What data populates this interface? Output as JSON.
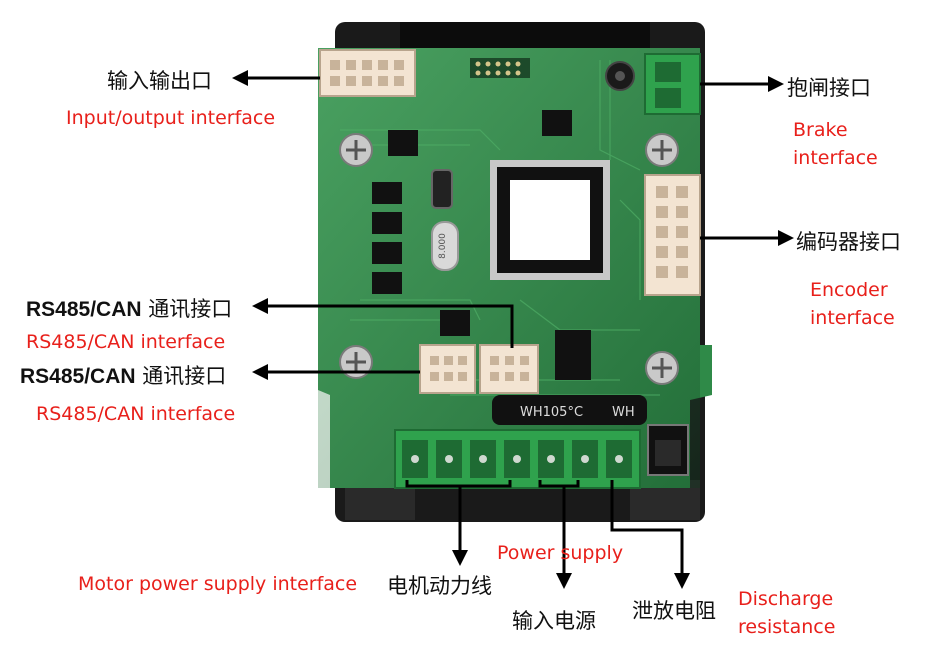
{
  "labels": {
    "io_cn": "输入输出口",
    "io_en": "Input/output interface",
    "brake_cn": "抱闸接口",
    "brake_en_1": "Brake",
    "brake_en_2": "interface",
    "encoder_cn": "编码器接口",
    "encoder_en_1": "Encoder",
    "encoder_en_2": "interface",
    "rs485_1_prefix": "RS485/CAN",
    "rs485_1_cn": " 通讯接口",
    "rs485_1_en": "RS485/CAN interface",
    "rs485_2_prefix": "RS485/CAN",
    "rs485_2_cn": " 通讯接口",
    "rs485_2_en": "RS485/CAN interface",
    "motor_cn": "电机动力线",
    "motor_en": "Motor power supply interface",
    "power_cn": "输入电源",
    "power_en": "Power supply",
    "discharge_cn": "泄放电阻",
    "discharge_en_1": "Discharge",
    "discharge_en_2": "resistance"
  },
  "board_text": {
    "crystal": "8.000",
    "capacitor": "WH105°C",
    "capacitor_b": "WH"
  },
  "colors": {
    "pcb": "#2f8a48",
    "pcb_dark": "#1f5e33",
    "heatsink": "#1a1a1a",
    "connector_green": "#2fa24d",
    "connector_white": "#f3e4d2",
    "label_red": "#e8201b",
    "arrow": "#000000"
  }
}
